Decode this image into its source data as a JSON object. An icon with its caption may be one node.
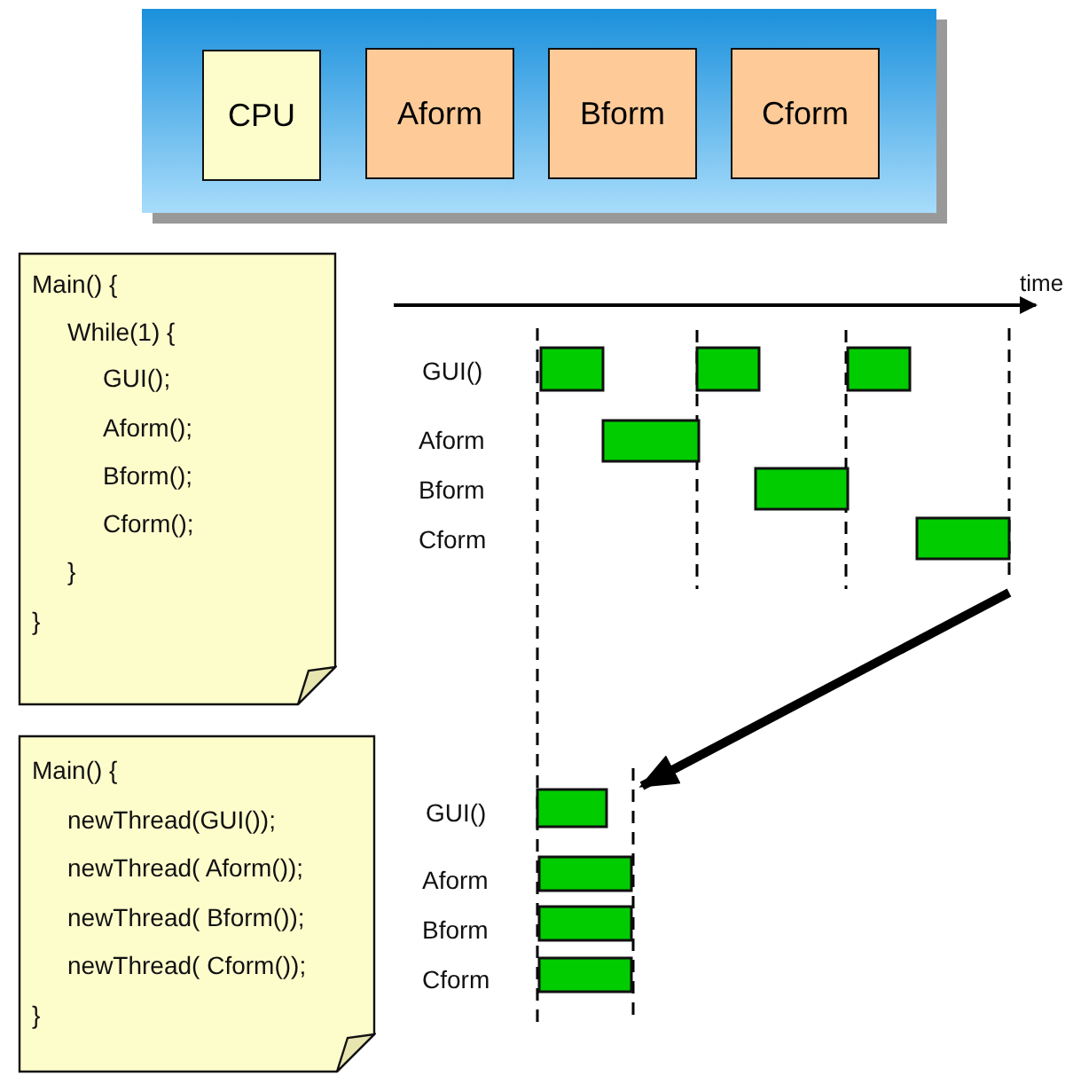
{
  "diagram": {
    "nodes": [
      {
        "text": [],
        "shape": "box"
      },
      {
        "text": [
          "CPU"
        ],
        "in": 0
      },
      {
        "text": [
          "Aform"
        ],
        "in": 0
      },
      {
        "text": [
          "Bform"
        ],
        "in": 0
      },
      {
        "text": [
          "Cform"
        ],
        "in": 0
      },
      {
        "text": [
          "Main() {",
          "While(1) {",
          "GUI();",
          "Aform();",
          "Bform();",
          "Cform();",
          "}",
          "}"
        ]
      },
      {
        "text": [
          "Main() {",
          "newThread(GUI());",
          "newThread( Aform());",
          "newThread( Bform());",
          "newThread( Cform());",
          "}"
        ]
      }
    ],
    "edges": [],
    "labels": [
      "time",
      "GUI()",
      "Aform",
      "Bform",
      "Cform",
      "GUI()",
      "Aform",
      "Bform",
      "Cform"
    ]
  }
}
